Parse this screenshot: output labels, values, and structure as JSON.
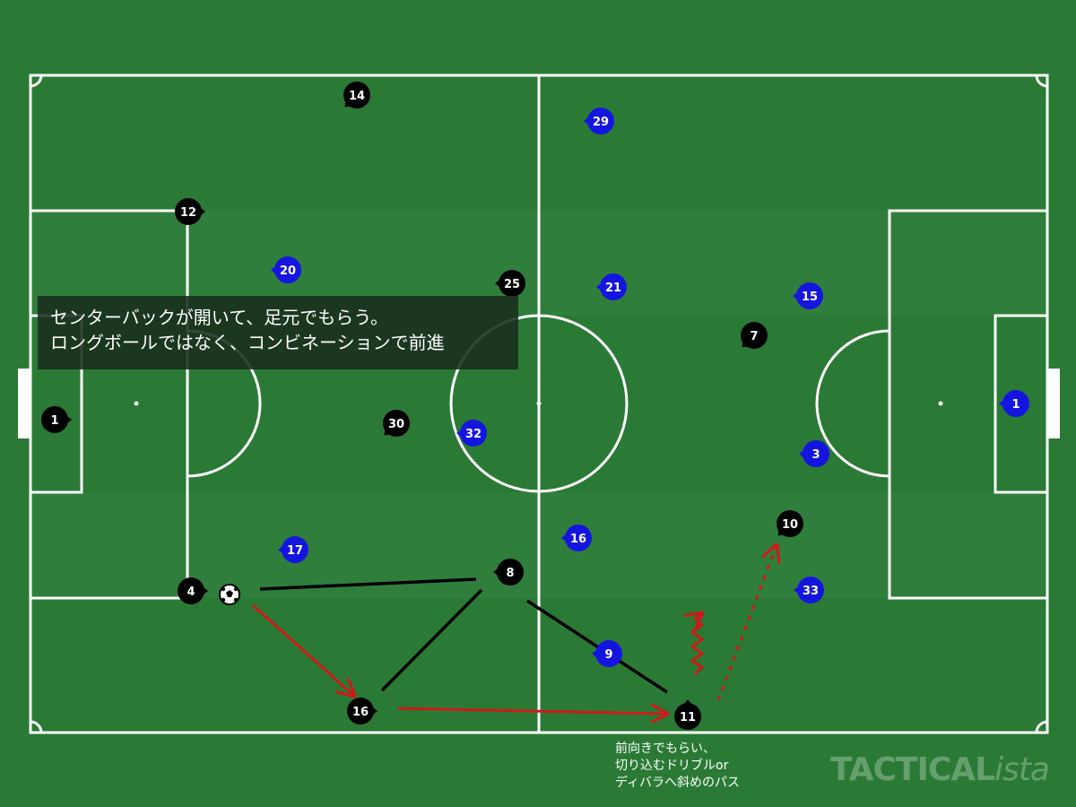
{
  "note": {
    "line1": "センターバックが開いて、足元でもらう。",
    "line2": "ロングボールではなく、コンビネーションで前進"
  },
  "caption": {
    "line1": "前向きでもらい、",
    "line2": "切り込むドリブルor",
    "line3": "ディバラへ斜めのパス"
  },
  "brand": {
    "main": "TACTICAL",
    "italic": "ista"
  },
  "colors": {
    "pitch": "#2a7a35",
    "team_a": "#000000",
    "team_b": "#1515e0",
    "pass_executed": "#cc1a1a",
    "pass_option": "#000000"
  },
  "players_black": [
    "1",
    "12",
    "14",
    "25",
    "30",
    "4",
    "8",
    "16",
    "11",
    "7",
    "10"
  ],
  "players_blue": [
    "1",
    "29",
    "20",
    "21",
    "15",
    "32",
    "3",
    "17",
    "16",
    "33",
    "9"
  ]
}
